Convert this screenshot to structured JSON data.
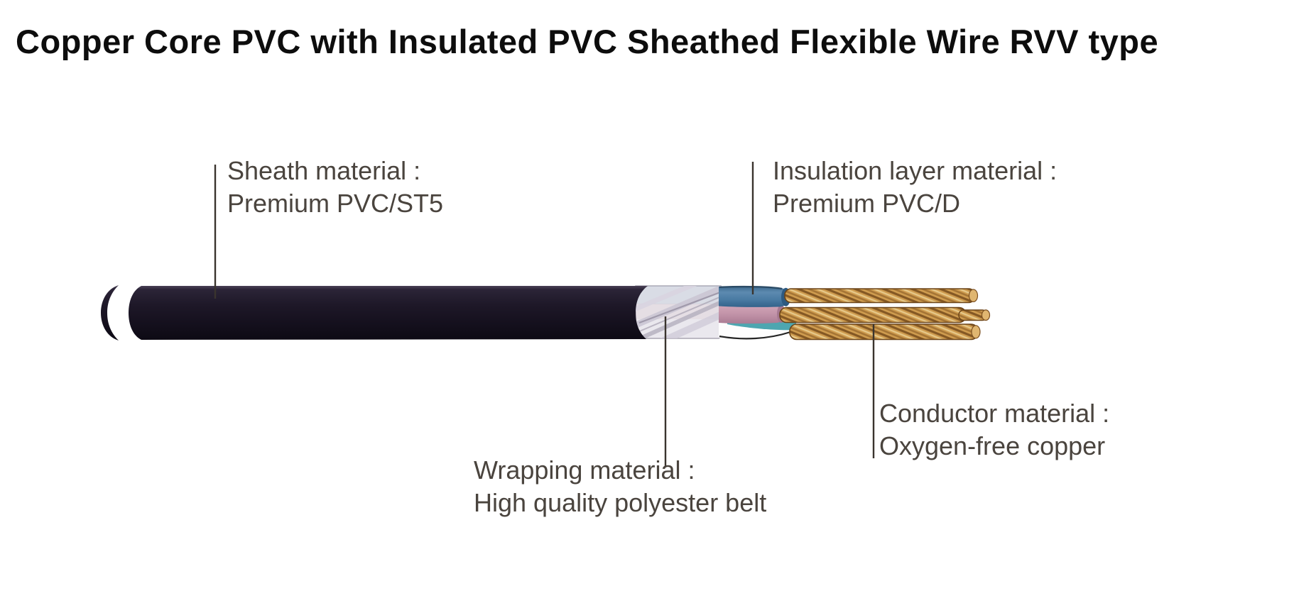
{
  "title": "Copper Core PVC with Insulated PVC Sheathed Flexible Wire RVV type",
  "labels": {
    "sheath": {
      "line1": "Sheath material :",
      "line2": "Premium PVC/ST5"
    },
    "insulation": {
      "line1": "Insulation layer material :",
      "line2": "Premium PVC/D"
    },
    "wrapping": {
      "line1": "Wrapping material :",
      "line2": "High quality polyester belt"
    },
    "conductor": {
      "line1": "Conductor material :",
      "line2": "Oxygen-free copper"
    }
  },
  "colors": {
    "title_color": "#0d0d0d",
    "label_color": "#4a443e",
    "leader_color": "#3a342e",
    "sheath_dark": "#1d1724",
    "wrap_light": "#eae8ee",
    "wire_blue": "#4e7fa8",
    "wire_pink": "#c495aa",
    "wire_teal": "#4da6b0",
    "wire_white": "#fdfdfd",
    "copper": "#cf9c4f",
    "copper_dark": "#7a4e1e",
    "copper_light": "#e9cf92"
  }
}
